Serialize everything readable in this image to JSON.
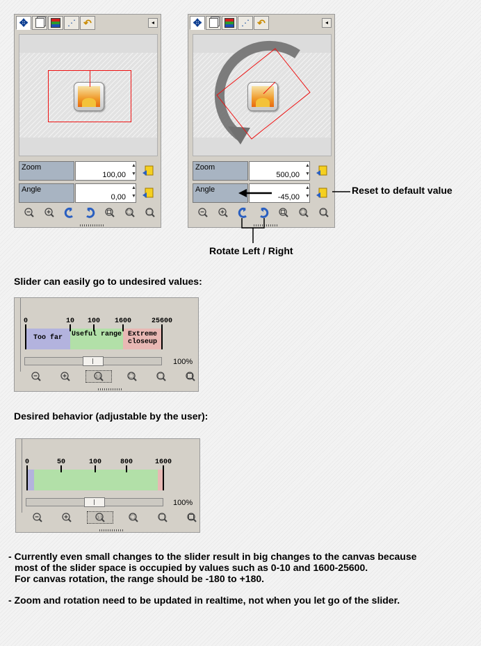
{
  "tabs_icons": [
    "move-tool-icon",
    "pages-icon",
    "layers-icon",
    "paths-icon",
    "undo-history-icon"
  ],
  "navigator_left": {
    "zoom_label": "Zoom",
    "zoom_value": "100,00",
    "angle_label": "Angle",
    "angle_value": "0,00"
  },
  "navigator_right": {
    "zoom_label": "Zoom",
    "zoom_value": "500,00",
    "angle_label": "Angle",
    "angle_value": "-45,00"
  },
  "callouts": {
    "reset": "Reset to default value",
    "rotate": "Rotate Left / Right"
  },
  "slider_current": {
    "heading": "Slider can easily go to undesired values:",
    "ticks": [
      "0",
      "10",
      "100",
      "1600",
      "25600"
    ],
    "ranges": [
      "Too far",
      "Useful range",
      "Extreme closeup"
    ],
    "zoom_percent": "100%"
  },
  "slider_desired": {
    "heading": "Desired behavior (adjustable by the user):",
    "ticks": [
      "0",
      "50",
      "100",
      "800",
      "1600"
    ],
    "zoom_percent": "100%"
  },
  "notes": [
    "- Currently even small changes to the slider result in big changes to the canvas because",
    "most of the slider space is occupied by values such as 0-10 and 1600-25600.",
    "For canvas rotation, the range should be -180 to +180.",
    "- Zoom and rotation need to be updated in realtime, not when you let go of the slider."
  ],
  "colors": {
    "too_far": "#b3b3de",
    "useful": "#b2e0a8",
    "closeup": "#e8b8b4",
    "red_frame": "#ee1111",
    "field_label": "#a8b4c2"
  }
}
